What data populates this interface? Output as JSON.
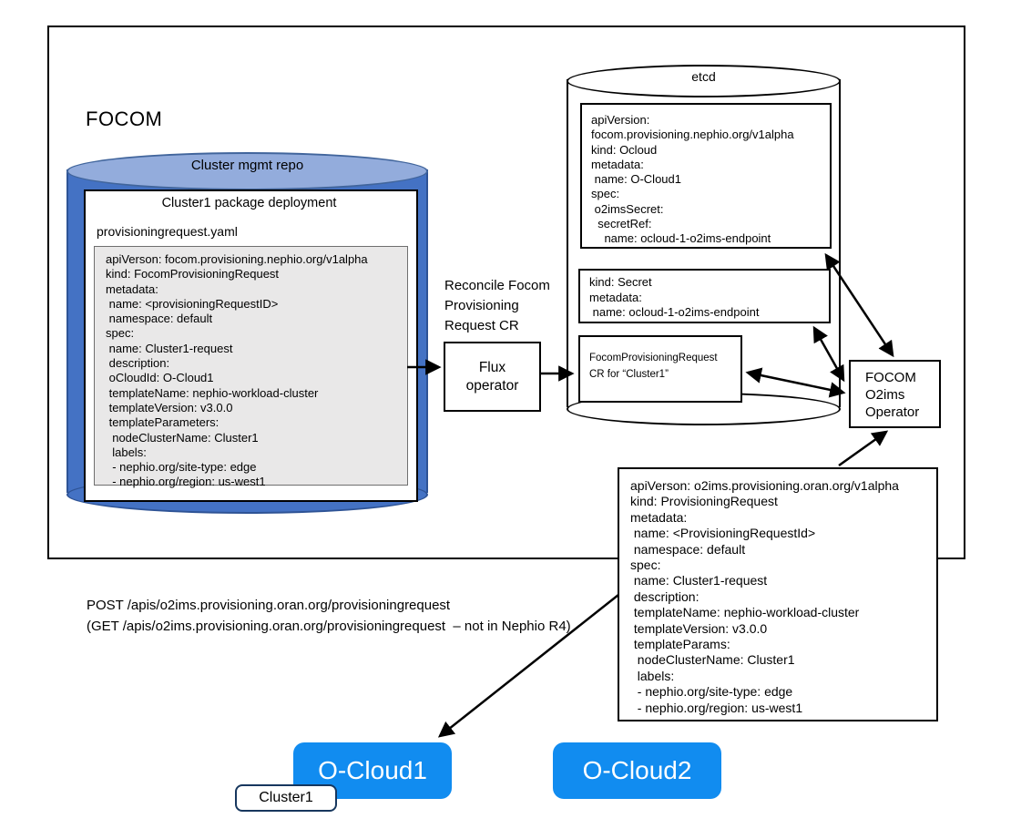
{
  "diagram": {
    "focom_label": "FOCOM",
    "repo": {
      "title": "Cluster mgmt repo",
      "package_title": "Cluster1 package deployment",
      "file_label": "provisioningrequest.yaml",
      "yaml": "apiVerson: focom.provisioning.nephio.org/v1alpha\nkind: FocomProvisioningRequest\nmetadata:\n name: <provisioningRequestID>\n namespace: default\nspec:\n name: Cluster1-request\n description:\n oCloudId: O-Cloud1\n templateName: nephio-workload-cluster\n templateVersion: v3.0.0\n templateParameters:\n  nodeClusterName: Cluster1\n  labels:\n  - nephio.org/site-type: edge\n  - nephio.org/region: us-west1"
    },
    "reconcile_note": "Reconcile Focom\nProvisioning\nRequest CR",
    "flux_operator_label": "Flux\noperator",
    "etcd": {
      "title": "etcd",
      "ocloud_cr": "apiVersion:\nfocom.provisioning.nephio.org/v1alpha\nkind: Ocloud\nmetadata:\n name: O-Cloud1\nspec:\n o2imsSecret:\n  secretRef:\n    name: ocloud-1-o2ims-endpoint",
      "secret": "kind: Secret\nmetadata:\n name: ocloud-1-o2ims-endpoint",
      "focom_pr_cr": "FocomProvisioningRequest\nCR for “Cluster1”"
    },
    "o2ims_operator_label": "FOCOM\nO2ims\nOperator",
    "provisioning_request_yaml": "apiVerson: o2ims.provisioning.oran.org/v1alpha\nkind: ProvisioningRequest\nmetadata:\n name: <ProvisioningRequestId>\n namespace: default\nspec:\n name: Cluster1-request\n description:\n templateName: nephio-workload-cluster\n templateVersion: v3.0.0\n templateParams:\n  nodeClusterName: Cluster1\n  labels:\n  - nephio.org/site-type: edge\n  - nephio.org/region: us-west1",
    "api_note": "POST /apis/o2ims.provisioning.oran.org/provisioningrequest\n(GET /apis/o2ims.provisioning.oran.org/provisioningrequest  – not in Nephio R4)",
    "oclouds": {
      "ocloud1_label": "O-Cloud1",
      "ocloud2_label": "O-Cloud2"
    },
    "cluster_badge_label": "Cluster1",
    "colors": {
      "repo_cylinder_body": "#4472C4",
      "repo_cylinder_top": "#93ACDC",
      "ocloud_button": "#118CF0",
      "cluster_badge_border": "#17375E",
      "yaml_background": "#E9E8E8",
      "line_color": "#000000"
    }
  }
}
